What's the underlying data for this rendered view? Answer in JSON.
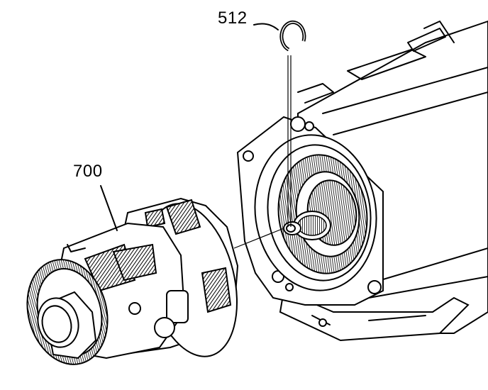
{
  "diagram": {
    "callouts": [
      {
        "id": "512",
        "label": "512"
      },
      {
        "id": "700",
        "label": "700"
      }
    ]
  }
}
